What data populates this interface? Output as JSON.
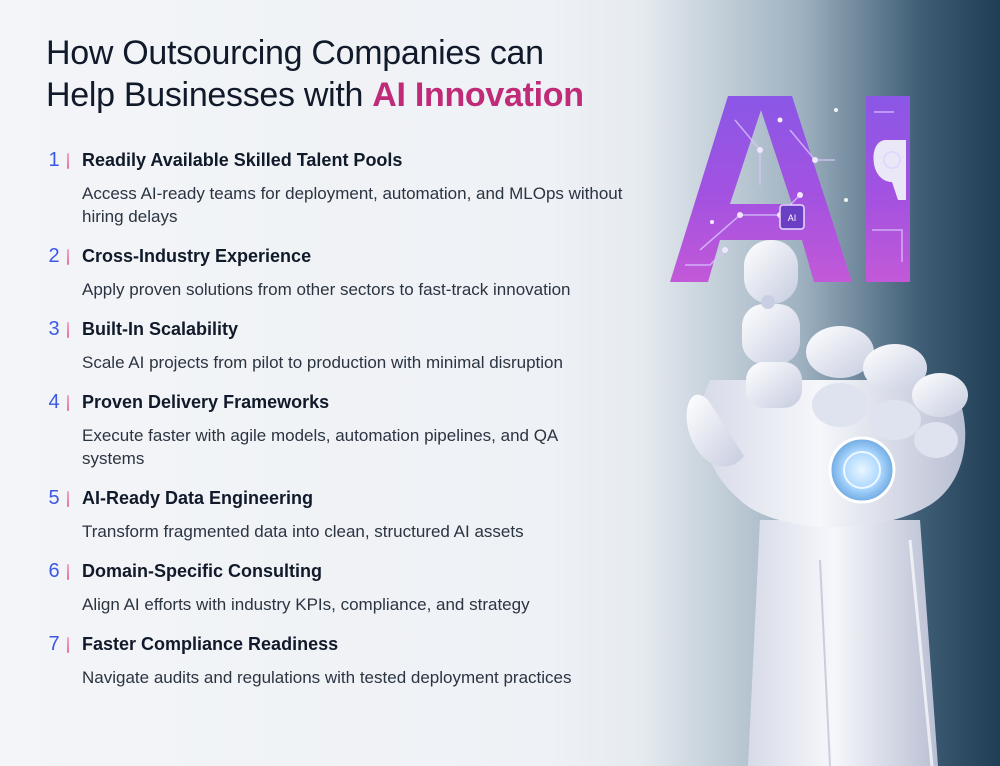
{
  "title": {
    "line1": "How Outsourcing Companies can",
    "line2_prefix": "Help Businesses with ",
    "line2_highlight": "AI Innovation"
  },
  "items": [
    {
      "num": "1",
      "heading": "Readily Available Skilled Talent Pools",
      "description": "Access AI-ready teams for deployment, automation, and MLOps without hiring delays"
    },
    {
      "num": "2",
      "heading": "Cross-Industry Experience",
      "description": "Apply proven solutions from other sectors to fast-track innovation"
    },
    {
      "num": "3",
      "heading": "Built-In Scalability",
      "description": "Scale AI projects from pilot to production with minimal disruption"
    },
    {
      "num": "4",
      "heading": "Proven Delivery Frameworks",
      "description": "Execute faster with agile models, automation pipelines, and QA systems"
    },
    {
      "num": "5",
      "heading": "AI-Ready Data Engineering",
      "description": "Transform fragmented data into clean, structured AI assets"
    },
    {
      "num": "6",
      "heading": "Domain-Specific Consulting",
      "description": "Align AI efforts with industry KPIs, compliance, and strategy"
    },
    {
      "num": "7",
      "heading": "Faster Compliance Readiness",
      "description": "Navigate audits and regulations with tested deployment practices"
    }
  ],
  "art": {
    "letters": "AI",
    "chip_label": "AI",
    "icon": "robot-hand-icon",
    "accent": "#c02b78",
    "number_color": "#3b58e6"
  }
}
